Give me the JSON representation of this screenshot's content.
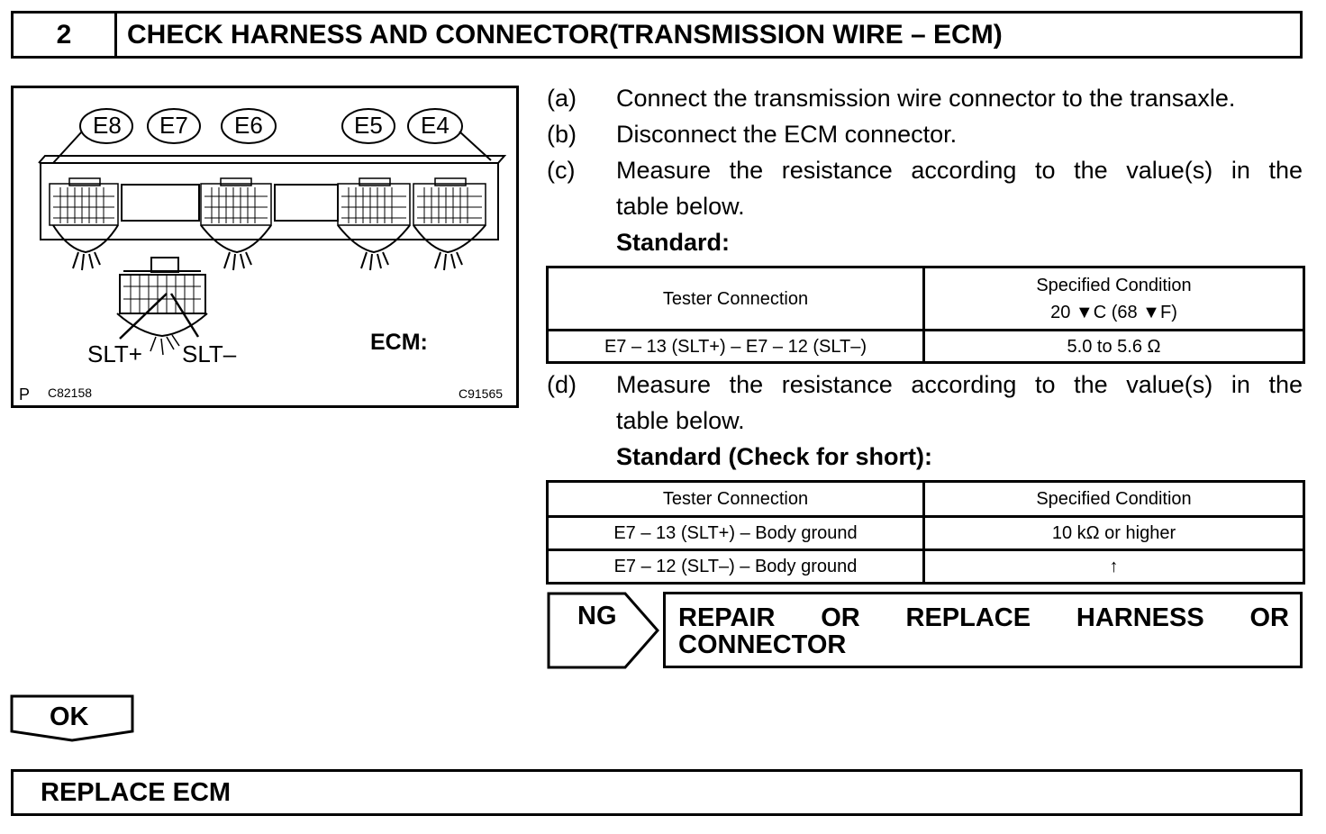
{
  "step": {
    "number": "2",
    "title": "CHECK HARNESS AND CONNECTOR(TRANSMISSION WIRE – ECM)"
  },
  "figure": {
    "connectors": [
      "E8",
      "E7",
      "E6",
      "E5",
      "E4"
    ],
    "pin_labels": {
      "plus": "SLT+",
      "minus": "SLT–"
    },
    "ecm_label": "ECM:",
    "p_label": "P",
    "code_left": "C82158",
    "code_right": "C91565"
  },
  "instructions": {
    "a": {
      "letter": "(a)",
      "text": "Connect the transmission wire connector to the transaxle."
    },
    "b": {
      "letter": "(b)",
      "text": "Disconnect the ECM connector."
    },
    "c": {
      "letter": "(c)",
      "line1": "Measure the resistance according to the value(s) in the",
      "line2": "table below.",
      "standard": "Standard:"
    },
    "d": {
      "letter": "(d)",
      "line1": "Measure the resistance according to the value(s) in the",
      "line2": "table below.",
      "standard": "Standard (Check for short):"
    }
  },
  "table1": {
    "headers": {
      "connection": "Tester Connection",
      "condition_line1": "Specified Condition",
      "condition_line2": "20 ▼C (68 ▼F)"
    },
    "rows": [
      {
        "connection": "E7 – 13 (SLT+) – E7 – 12 (SLT–)",
        "condition": "5.0 to 5.6 Ω"
      }
    ]
  },
  "table2": {
    "headers": {
      "connection": "Tester Connection",
      "condition": "Specified Condition"
    },
    "rows": [
      {
        "connection": "E7 – 13 (SLT+) – Body ground",
        "condition": "10 kΩ or higher"
      },
      {
        "connection": "E7 – 12 (SLT–) – Body ground",
        "condition": "↑"
      }
    ]
  },
  "ng": {
    "label": "NG",
    "action_line1_words": [
      "REPAIR",
      "OR",
      "REPLACE",
      "HARNESS",
      "OR"
    ],
    "action_line2": "CONNECTOR"
  },
  "ok": {
    "label": "OK"
  },
  "final": {
    "action": "REPLACE ECM"
  }
}
